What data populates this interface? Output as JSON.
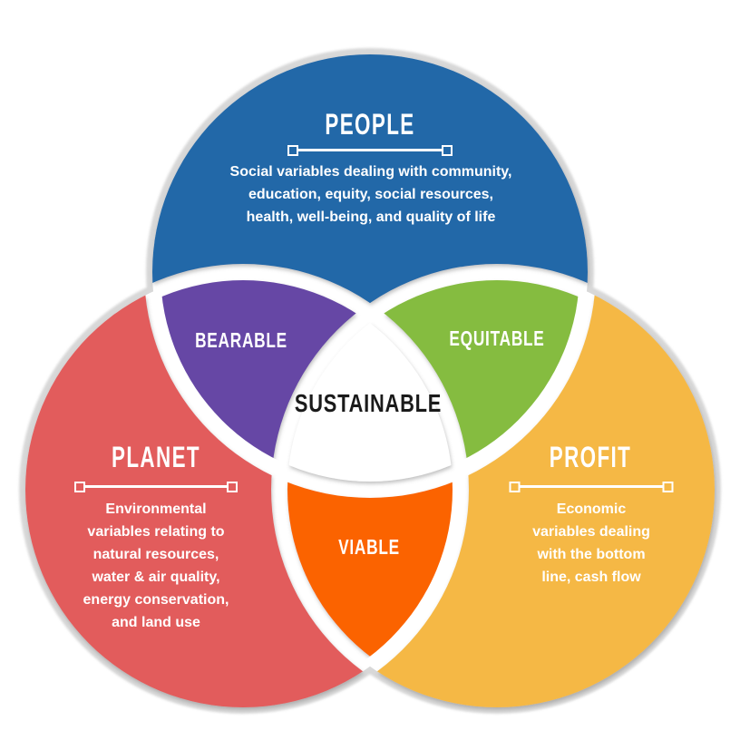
{
  "venn": {
    "center_label": "SUSTAINABLE",
    "center_text_color": "#1a1a1a",
    "light_text_color": "#ffffff",
    "background": "#ffffff",
    "outer_ring_color": "#d8d8d8",
    "circles": [
      {
        "id": "people",
        "label": "PEOPLE",
        "color": "#2068A8",
        "lines": [
          "Social variables dealing with community,",
          "education, equity, social resources,",
          "health, well-being, and quality of life"
        ]
      },
      {
        "id": "planet",
        "label": "PLANET",
        "color": "#E25C5C",
        "lines": [
          "Environmental",
          "variables relating to",
          "natural resources,",
          "water & air quality,",
          "energy conservation,",
          "and land use"
        ]
      },
      {
        "id": "profit",
        "label": "PROFIT",
        "color": "#F5B845",
        "lines": [
          "Economic",
          "variables dealing",
          "with the bottom",
          "line, cash flow"
        ]
      }
    ],
    "overlaps": [
      {
        "id": "bearable",
        "label": "BEARABLE",
        "color": "#6647A5"
      },
      {
        "id": "equitable",
        "label": "EQUITABLE",
        "color": "#85BC3F"
      },
      {
        "id": "viable",
        "label": "VIABLE",
        "color": "#FB6300"
      }
    ]
  }
}
